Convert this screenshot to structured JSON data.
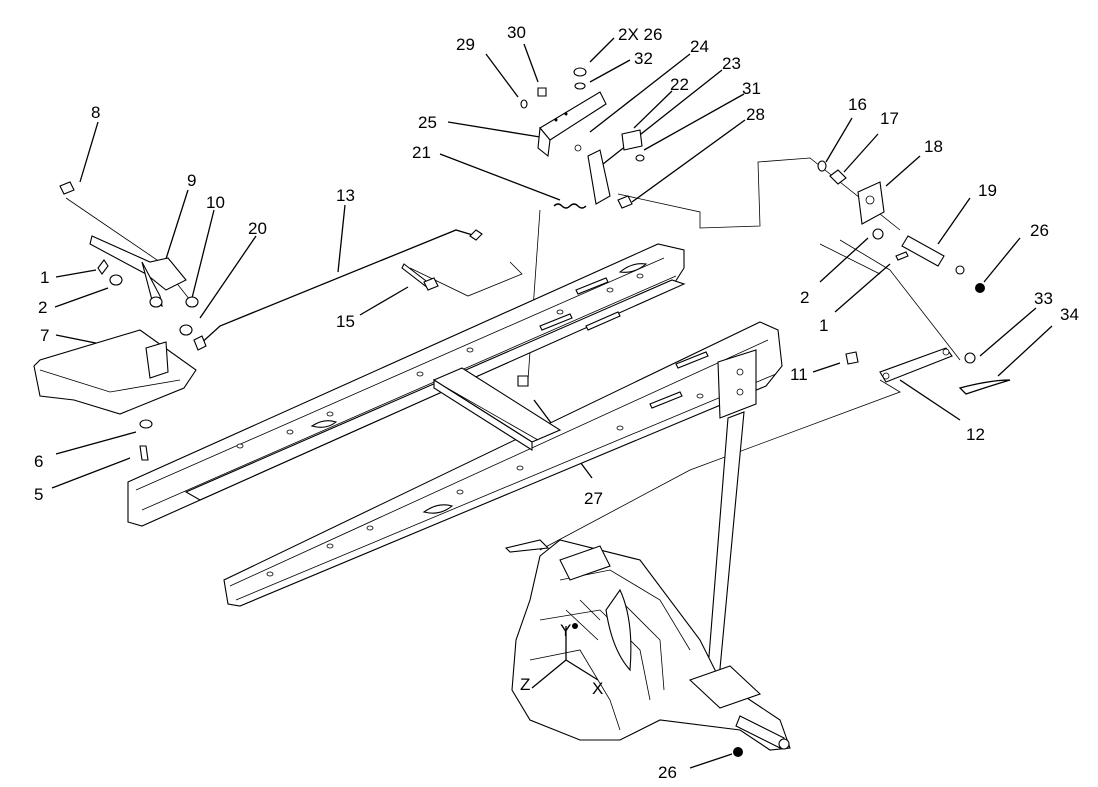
{
  "diagram": {
    "callouts": [
      {
        "id": "c8",
        "text": "8"
      },
      {
        "id": "c9",
        "text": "9"
      },
      {
        "id": "c10",
        "text": "10"
      },
      {
        "id": "c20",
        "text": "20"
      },
      {
        "id": "c1a",
        "text": "1"
      },
      {
        "id": "c2a",
        "text": "2"
      },
      {
        "id": "c7",
        "text": "7"
      },
      {
        "id": "c6",
        "text": "6"
      },
      {
        "id": "c5",
        "text": "5"
      },
      {
        "id": "c13",
        "text": "13"
      },
      {
        "id": "c15",
        "text": "15"
      },
      {
        "id": "c29",
        "text": "29"
      },
      {
        "id": "c30",
        "text": "30"
      },
      {
        "id": "c2x26",
        "text": "2X 26"
      },
      {
        "id": "c32",
        "text": "32"
      },
      {
        "id": "c24",
        "text": "24"
      },
      {
        "id": "c22",
        "text": "22"
      },
      {
        "id": "c23",
        "text": "23"
      },
      {
        "id": "c31",
        "text": "31"
      },
      {
        "id": "c28",
        "text": "28"
      },
      {
        "id": "c25",
        "text": "25"
      },
      {
        "id": "c21",
        "text": "21"
      },
      {
        "id": "c16",
        "text": "16"
      },
      {
        "id": "c17",
        "text": "17"
      },
      {
        "id": "c18",
        "text": "18"
      },
      {
        "id": "c19",
        "text": "19"
      },
      {
        "id": "c26a",
        "text": "26"
      },
      {
        "id": "c2b",
        "text": "2"
      },
      {
        "id": "c1b",
        "text": "1"
      },
      {
        "id": "c33",
        "text": "33"
      },
      {
        "id": "c34",
        "text": "34"
      },
      {
        "id": "c11",
        "text": "11"
      },
      {
        "id": "c12",
        "text": "12"
      },
      {
        "id": "c27",
        "text": "27"
      },
      {
        "id": "c26b",
        "text": "26"
      }
    ],
    "axis_labels": {
      "z": "Z",
      "y": "Y",
      "x": "X"
    }
  }
}
